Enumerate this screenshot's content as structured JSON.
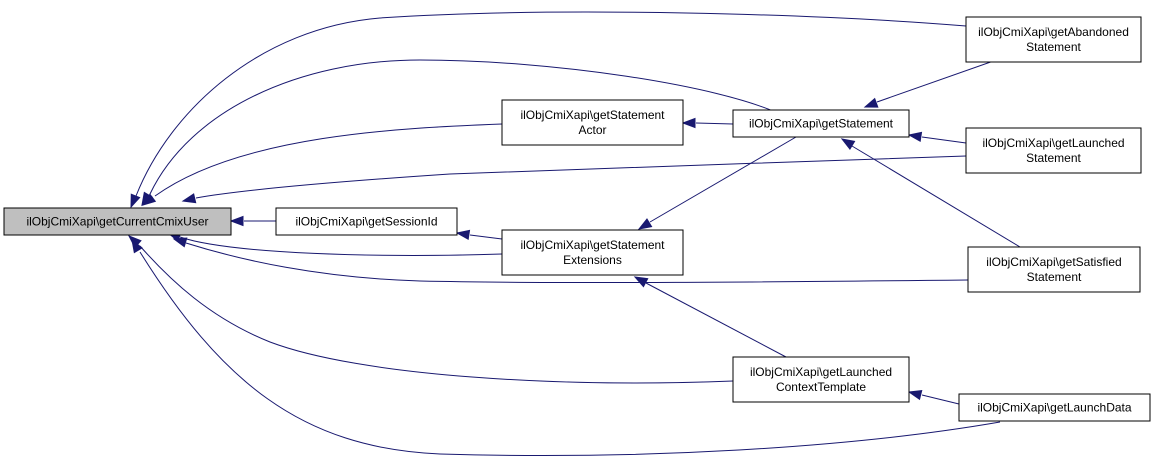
{
  "diagram": {
    "nodes": [
      {
        "id": "root",
        "lines": [
          "ilObjCmiXapi\\getCurrentCmixUser"
        ],
        "highlighted": true
      },
      {
        "id": "session",
        "lines": [
          "ilObjCmiXapi\\getSessionId"
        ]
      },
      {
        "id": "actor",
        "lines": [
          "ilObjCmiXapi\\getStatement",
          "Actor"
        ]
      },
      {
        "id": "ext",
        "lines": [
          "ilObjCmiXapi\\getStatement",
          "Extensions"
        ]
      },
      {
        "id": "stmt",
        "lines": [
          "ilObjCmiXapi\\getStatement"
        ]
      },
      {
        "id": "ctx",
        "lines": [
          "ilObjCmiXapi\\getLaunched",
          "ContextTemplate"
        ]
      },
      {
        "id": "aband",
        "lines": [
          "ilObjCmiXapi\\getAbandoned",
          "Statement"
        ]
      },
      {
        "id": "launched",
        "lines": [
          "ilObjCmiXapi\\getLaunched",
          "Statement"
        ]
      },
      {
        "id": "satisfied",
        "lines": [
          "ilObjCmiXapi\\getSatisfied",
          "Statement"
        ]
      },
      {
        "id": "launchdata",
        "lines": [
          "ilObjCmiXapi\\getLaunchData"
        ]
      }
    ],
    "edges": [
      {
        "from": "session",
        "to": "root"
      },
      {
        "from": "actor",
        "to": "root"
      },
      {
        "from": "ext",
        "to": "root"
      },
      {
        "from": "stmt",
        "to": "root"
      },
      {
        "from": "ctx",
        "to": "root"
      },
      {
        "from": "aband",
        "to": "root"
      },
      {
        "from": "launched",
        "to": "root"
      },
      {
        "from": "satisfied",
        "to": "root"
      },
      {
        "from": "launchdata",
        "to": "root"
      },
      {
        "from": "ext",
        "to": "session"
      },
      {
        "from": "stmt",
        "to": "actor"
      },
      {
        "from": "stmt",
        "to": "ext"
      },
      {
        "from": "ctx",
        "to": "ext"
      },
      {
        "from": "aband",
        "to": "stmt"
      },
      {
        "from": "launched",
        "to": "stmt"
      },
      {
        "from": "satisfied",
        "to": "stmt"
      },
      {
        "from": "launchdata",
        "to": "ctx"
      }
    ],
    "colors": {
      "edge": "#191970",
      "root_fill": "#bfbfbf",
      "node_fill": "#ffffff",
      "border": "#000000"
    }
  }
}
